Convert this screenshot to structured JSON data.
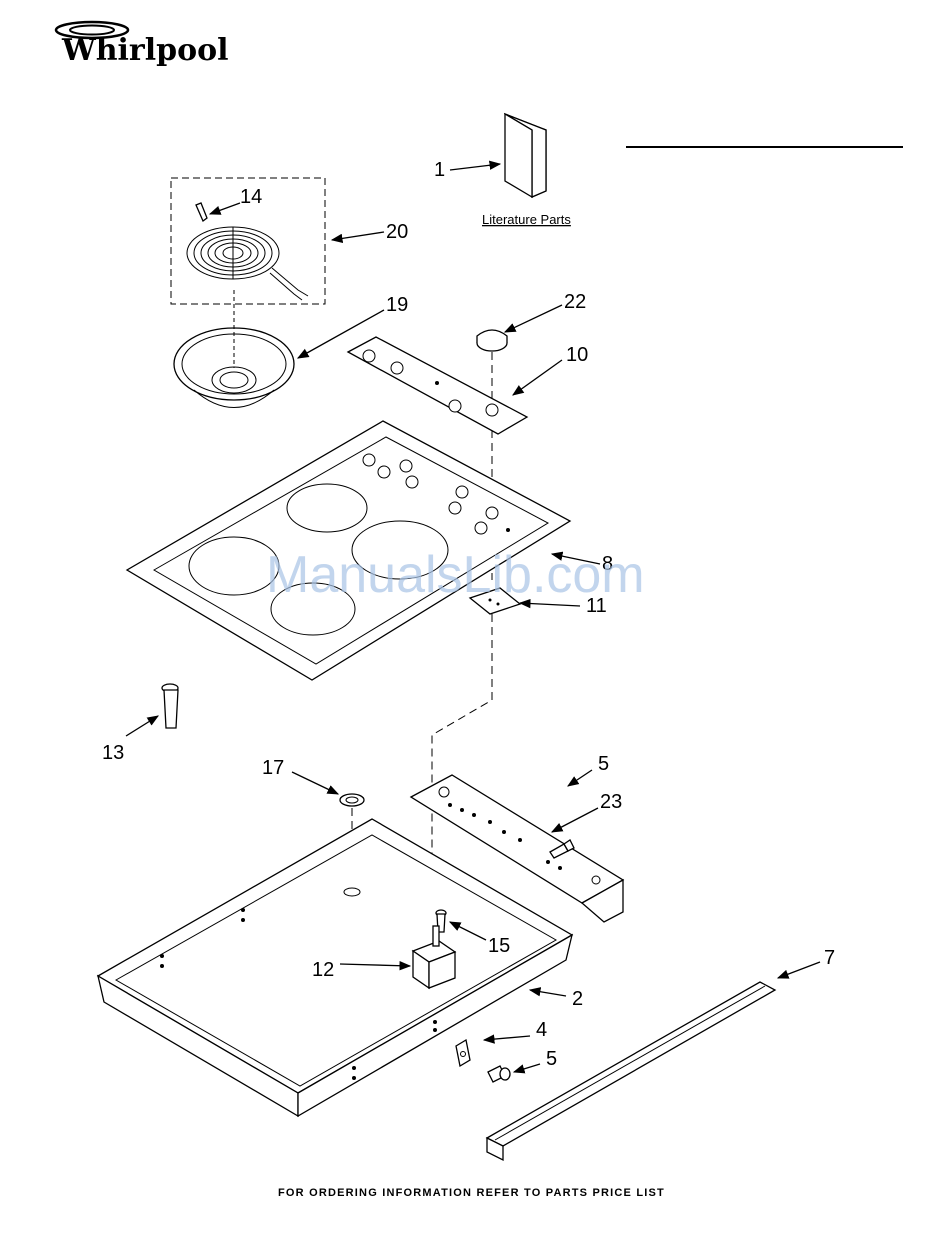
{
  "brand": {
    "logo_text": "Whirlpool"
  },
  "section_title": "",
  "literature_label": "Literature Parts",
  "watermark": "ManualsLib.com",
  "footer_text": "FOR ORDERING INFORMATION REFER TO PARTS PRICE LIST",
  "callouts": {
    "c1": "1",
    "c14": "14",
    "c20": "20",
    "c19": "19",
    "c22": "22",
    "c10": "10",
    "c8": "8",
    "c11": "11",
    "c13": "13",
    "c17": "17",
    "c5a": "5",
    "c23": "23",
    "c15": "15",
    "c12": "12",
    "c2": "2",
    "c7": "7",
    "c4": "4",
    "c5b": "5"
  }
}
